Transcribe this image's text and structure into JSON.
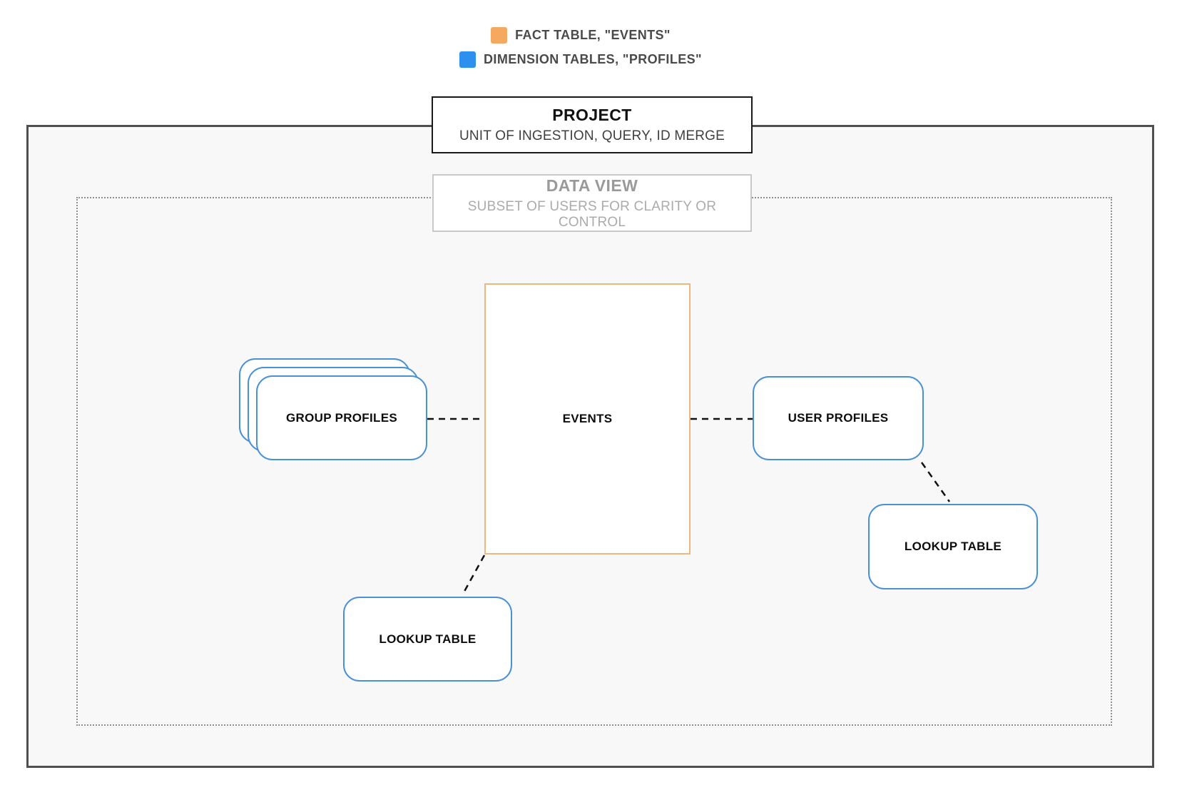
{
  "legend": {
    "items": [
      {
        "name": "fact-table",
        "label": "FACT TABLE, \"EVENTS\"",
        "color": "#F5A85F"
      },
      {
        "name": "dimension-tables",
        "label": "DIMENSION TABLES, \"PROFILES\"",
        "color": "#2D90EE"
      }
    ]
  },
  "project": {
    "title": "PROJECT",
    "subtitle": "UNIT OF INGESTION, QUERY, ID MERGE"
  },
  "data_view": {
    "title": "DATA VIEW",
    "subtitle": "SUBSET OF USERS FOR CLARITY OR CONTROL"
  },
  "nodes": {
    "events": {
      "label": "EVENTS"
    },
    "group_profiles": {
      "label": "GROUP PROFILES"
    },
    "user_profiles": {
      "label": "USER PROFILES"
    },
    "lookup_table_left": {
      "label": "LOOKUP TABLE"
    },
    "lookup_table_right": {
      "label": "LOOKUP TABLE"
    }
  },
  "colors": {
    "node_border_blue": "#4A90D2",
    "events_border_orange": "#EDB87E",
    "connector": "#111111"
  }
}
